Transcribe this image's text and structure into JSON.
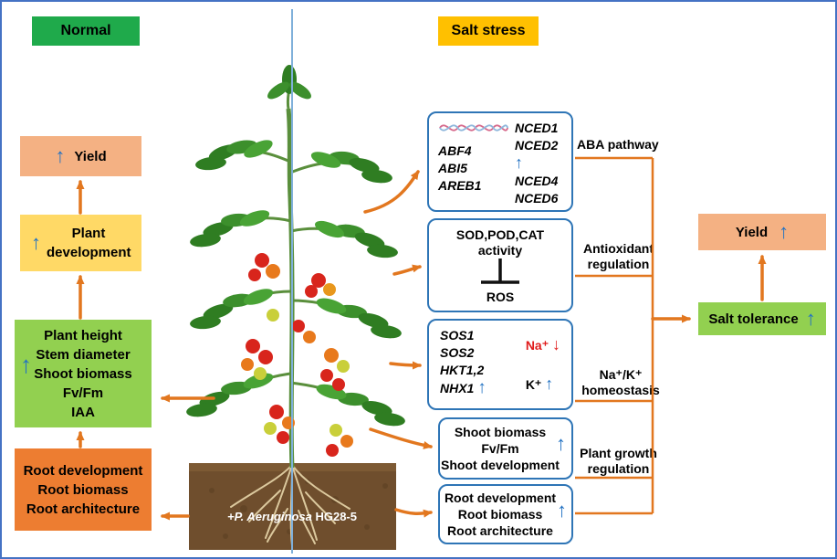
{
  "headers": {
    "normal": "Normal",
    "salt_stress": "Salt stress"
  },
  "icons": {
    "up_arrow": "↑",
    "down_arrow": "↓"
  },
  "left": {
    "yield": {
      "label": "Yield"
    },
    "plant_development": {
      "label": "Plant development"
    },
    "growth": {
      "lines": [
        "Plant height",
        "Stem diameter",
        "Shoot biomass",
        "Fv/Fm",
        "IAA"
      ]
    },
    "root": {
      "lines": [
        "Root development",
        "Root biomass",
        "Root architecture"
      ]
    }
  },
  "center": {
    "inoculant": "+P. Aeruginosa",
    "strain": "HG28-5"
  },
  "right": {
    "aba": {
      "left_genes": [
        "ABF4",
        "ABI5",
        "AREB1"
      ],
      "right_genes": [
        "NCED1",
        "NCED2",
        "NCED4",
        "NCED6"
      ],
      "label": "ABA pathway"
    },
    "antioxidant": {
      "enzymes": "SOD,POD,CAT activity",
      "ros": "ROS",
      "label": "Antioxidant regulation"
    },
    "ion": {
      "genes": [
        "SOS1",
        "SOS2",
        "HKT1,2",
        "NHX1"
      ],
      "na": "Na⁺",
      "k": "K⁺",
      "label": "Na⁺/K⁺ homeostasis"
    },
    "shoot": {
      "lines": [
        "Shoot biomass",
        "Fv/Fm",
        "Shoot development"
      ],
      "label": "Plant growth regulation"
    },
    "root": {
      "lines": [
        "Root development",
        "Root biomass",
        "Root architecture"
      ]
    },
    "yield": {
      "label": "Yield"
    },
    "salt_tolerance": {
      "label": "Salt tolerance"
    }
  },
  "colors": {
    "normal_header": "#1faa4b",
    "salt_header": "#ffc000",
    "yield_box": "#f4b183",
    "development_box": "#ffd966",
    "growth_box": "#92d050",
    "root_box": "#ed7d31",
    "salt_tolerance_box": "#92d050",
    "white_box_border": "#2e75b6",
    "arrow_orange": "#e2771f",
    "up_arrow_blue": "#2272c3",
    "na_red": "#e01b1b"
  }
}
